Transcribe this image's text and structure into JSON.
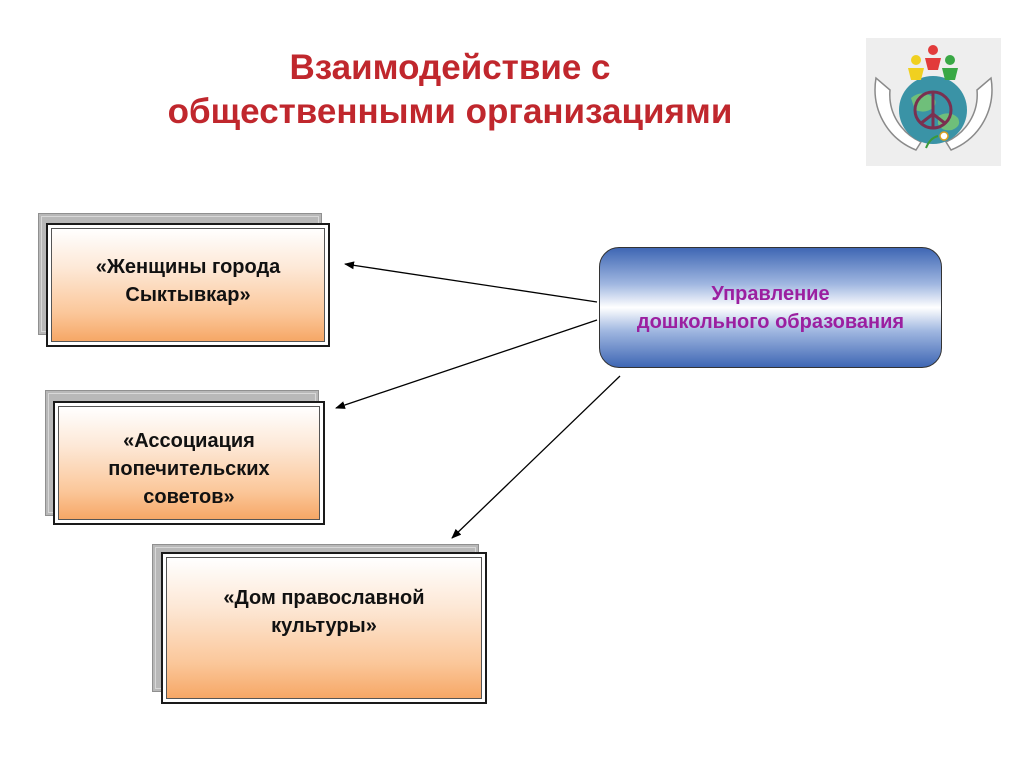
{
  "slide": {
    "title_line1": "Взаимодействие с",
    "title_line2": "общественными организациями"
  },
  "logo": {
    "icon": "globe-hands-children-icon"
  },
  "source": {
    "line1": "Управление",
    "line2": "дошкольного образования"
  },
  "organizations": [
    {
      "line1": "«Женщины города",
      "line2": "Сыктывкар»",
      "line3": ""
    },
    {
      "line1": "«Ассоциация",
      "line2": "попечительских",
      "line3": "советов»"
    },
    {
      "line1": "«Дом православной",
      "line2": "культуры»",
      "line3": ""
    }
  ],
  "colors": {
    "title": "#c0272d",
    "source_text": "#9b1fa0",
    "box_gradient_bottom": "#f6a766",
    "source_gradient_edge": "#3f67b4"
  }
}
